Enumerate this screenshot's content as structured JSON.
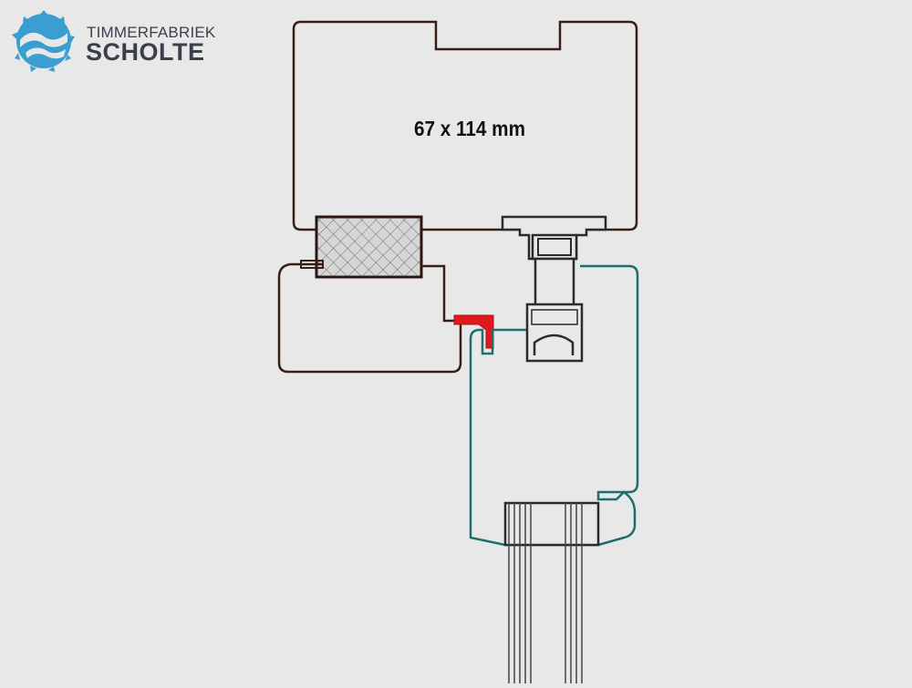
{
  "logo": {
    "line1": "TIMMERFABRIEK",
    "line2": "SCHOLTE",
    "icon": "saw-blade-wave-icon",
    "brand_color": "#3a9fd0",
    "text_color": "#3a3f4a"
  },
  "diagram": {
    "dimension_label": "67 x 114 mm",
    "colors": {
      "background": "#e8e8e8",
      "wood_outline": "#3a1e16",
      "sash_outline": "#1f6e6e",
      "seal": "#e0191e",
      "insulation_fill": "#cfcfcf",
      "glass_lines": "#444444"
    }
  }
}
